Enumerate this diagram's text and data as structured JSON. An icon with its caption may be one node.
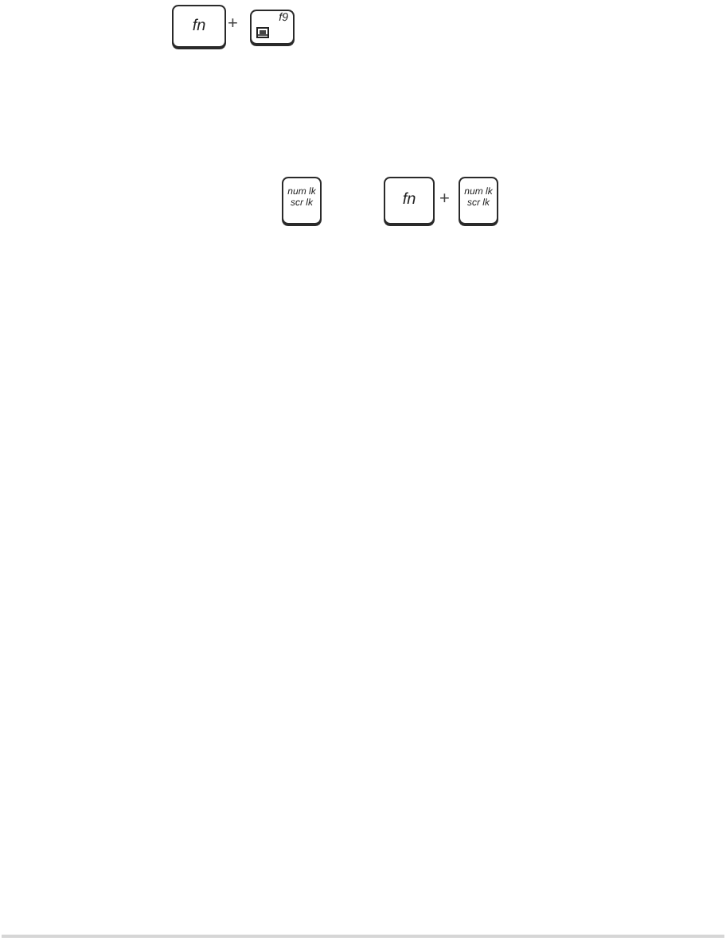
{
  "diagram": {
    "nodes": [
      {
        "text": [
          "fn"
        ]
      },
      {
        "text": [
          "f9"
        ]
      },
      {
        "text": [
          "num lk",
          "scr lk"
        ]
      },
      {
        "text": [
          "fn"
        ]
      },
      {
        "text": [
          "num lk",
          "scr lk"
        ]
      }
    ],
    "labels": [
      "+",
      "+"
    ]
  }
}
